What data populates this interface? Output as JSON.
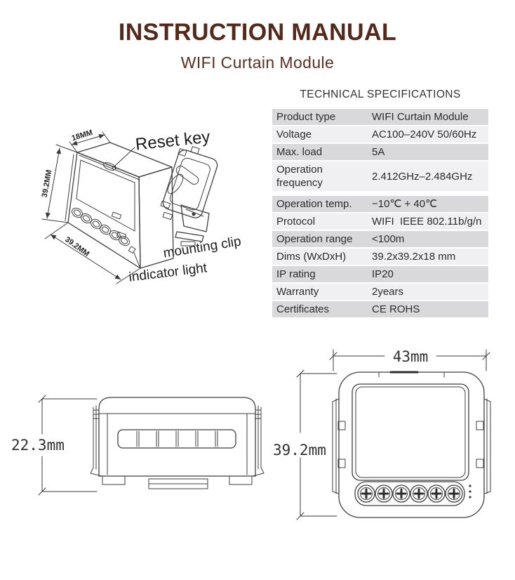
{
  "page": {
    "title": "INSTRUCTION MANUAL",
    "subtitle": "WIFI Curtain Module"
  },
  "specs": {
    "heading": "TECHNICAL SPECIFICATIONS",
    "rows": [
      {
        "label": "Product type",
        "value": "WIFI Curtain Module"
      },
      {
        "label": "Voltage",
        "value": "AC100–240V 50/60Hz"
      },
      {
        "label": "Max. load",
        "value": "5A"
      },
      {
        "label": "Operation frequency",
        "value": "2.412GHz–2.484GHz"
      },
      {
        "label": "Operation temp.",
        "value": "−10℃ + 40℃"
      },
      {
        "label": "Protocol",
        "value": "WIFI  IEEE 802.11b/g/n"
      },
      {
        "label": "Operation range",
        "value": "<100m"
      },
      {
        "label": "Dims (WxDxH)",
        "value": "39.2x39.2x18 mm"
      },
      {
        "label": "IP rating",
        "value": "IP20"
      },
      {
        "label": "Warranty",
        "value": "2years"
      },
      {
        "label": "Certificates",
        "value": "CE ROHS"
      }
    ]
  },
  "iso_diagram": {
    "dim_depth": "18MM",
    "dim_height": "39.2MM",
    "dim_width": "39.2MM",
    "label_reset": "Reset key",
    "label_clip": "mounting clip",
    "label_indicator": "indicator light"
  },
  "side_view": {
    "dim_height": "22.3mm"
  },
  "front_view": {
    "dim_width": "43mm",
    "dim_height": "39.2mm"
  },
  "colors": {
    "title_brown": "#54291a",
    "table_row_dark": "#d9d9dc",
    "table_row_light": "#f0f0f3",
    "line_art": "#3f3f3f"
  }
}
